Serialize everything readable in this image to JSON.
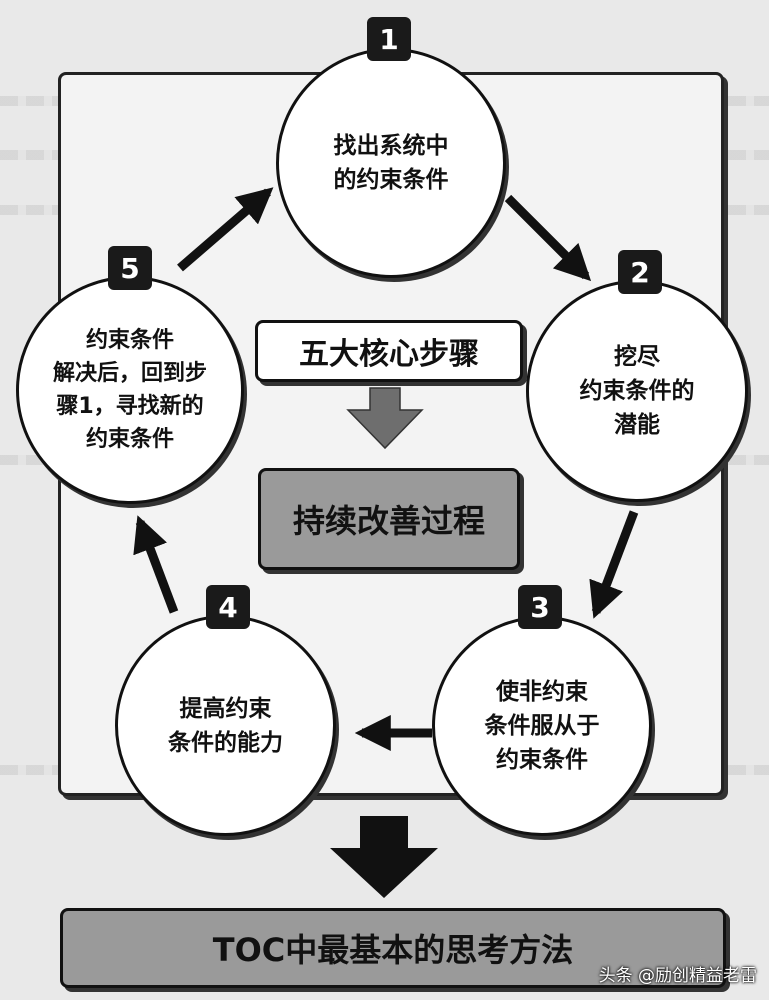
{
  "steps": [
    {
      "number": "1",
      "text": "找出系统中\n的约束条件"
    },
    {
      "number": "2",
      "text": "挖尽\n约束条件的\n潜能"
    },
    {
      "number": "3",
      "text": "使非约束\n条件服从于\n约束条件"
    },
    {
      "number": "4",
      "text": "提高约束\n条件的能力"
    },
    {
      "number": "5",
      "text": "约束条件\n解决后，回到步\n骤1，寻找新的\n约束条件"
    }
  ],
  "center_title": "五大核心步骤",
  "process_label": "持续改善过程",
  "bottom_label": "TOC中最基本的思考方法",
  "watermark": "头条 @励创精益老雷"
}
